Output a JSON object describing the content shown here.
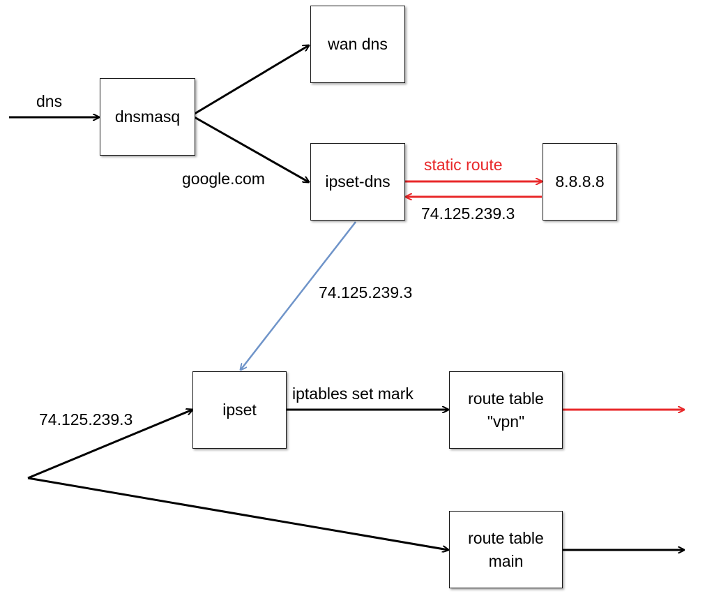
{
  "colors": {
    "black": "#000000",
    "red": "#e8282a",
    "blue": "#6f94c9"
  },
  "nodes": {
    "dnsmasq": "dnsmasq",
    "wan_dns": "wan dns",
    "ipset_dns": "ipset-dns",
    "google_dns": "8.8.8.8",
    "ipset": "ipset",
    "route_vpn": [
      "route table",
      "\"vpn\""
    ],
    "route_main": [
      "route table",
      "main"
    ]
  },
  "edges": {
    "dns_in": "dns",
    "google_query": "google.com",
    "static_route": "static route",
    "dns_reply": "74.125.239.3",
    "ipset_add": "74.125.239.3",
    "packet_dst": "74.125.239.3",
    "set_mark": "iptables set mark"
  }
}
